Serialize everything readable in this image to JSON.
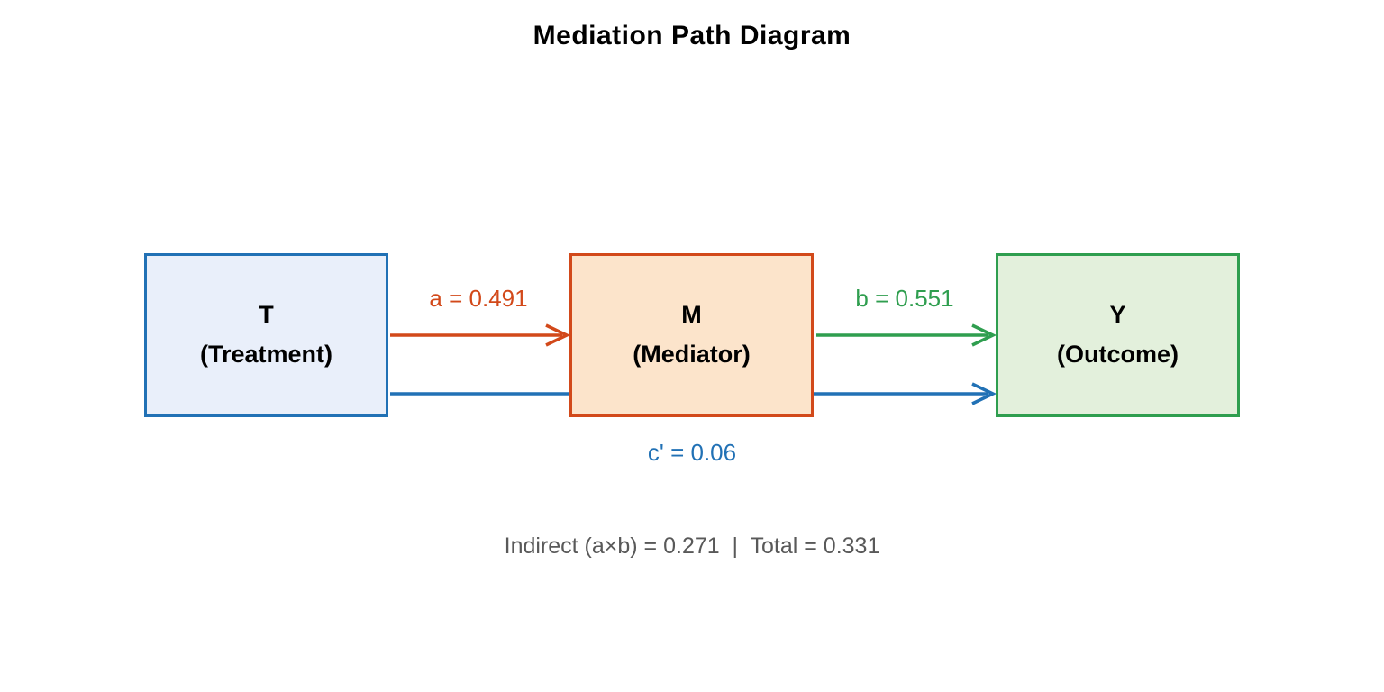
{
  "title": "Mediation Path Diagram",
  "nodes": {
    "treatment": {
      "symbol": "T",
      "label": "(Treatment)",
      "fill": "#e9effa",
      "border": "#2171b5"
    },
    "mediator": {
      "symbol": "M",
      "label": "(Mediator)",
      "fill": "#fce4cb",
      "border": "#d2491a"
    },
    "outcome": {
      "symbol": "Y",
      "label": "(Outcome)",
      "fill": "#e3f0dc",
      "border": "#2f9e4f"
    }
  },
  "paths": {
    "a": {
      "label": "a = 0.491",
      "value": 0.491,
      "color": "#d2491a",
      "from": "treatment",
      "to": "mediator"
    },
    "b": {
      "label": "b = 0.551",
      "value": 0.551,
      "color": "#2f9e4f",
      "from": "mediator",
      "to": "outcome"
    },
    "c_prime": {
      "label": "c' = 0.06",
      "value": 0.06,
      "color": "#2171b5",
      "from": "treatment",
      "to": "outcome"
    }
  },
  "footer": {
    "text": "Indirect (a×b) = 0.271  |  Total = 0.331",
    "indirect": 0.271,
    "total": 0.331,
    "color": "#595959"
  }
}
